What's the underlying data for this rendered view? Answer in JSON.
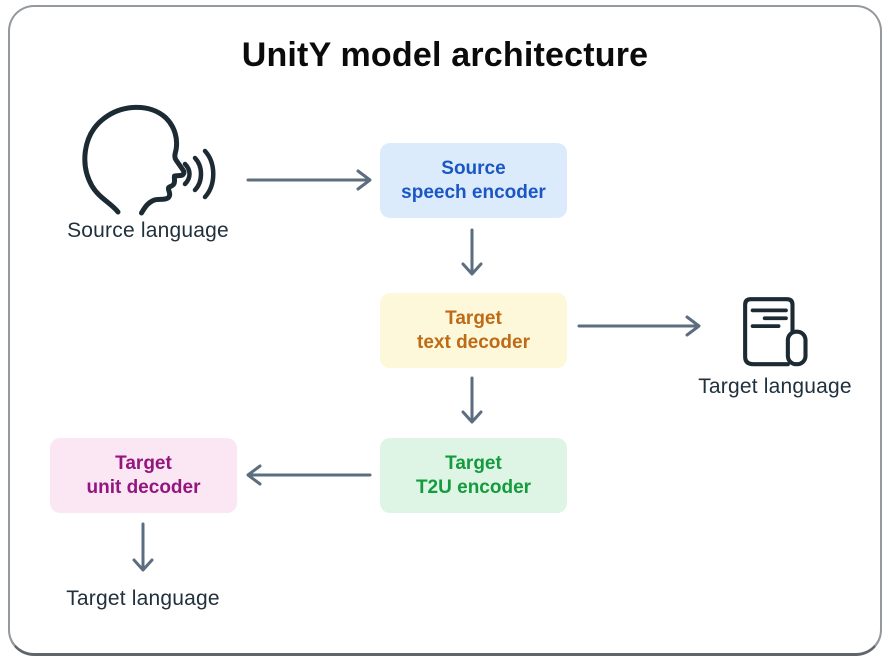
{
  "title": "UnitY model architecture",
  "colors": {
    "arrow": "#5b6d7e",
    "icon_stroke": "#1c2b33",
    "label_text": "#20303c",
    "card_border": "#94999e",
    "title_text": "#0b0b0b"
  },
  "nodes": {
    "speech_encoder": {
      "line1": "Source",
      "line2": "speech encoder",
      "bg": "#dcebfc",
      "fg": "#1b57c4"
    },
    "text_decoder": {
      "line1": "Target",
      "line2": "text decoder",
      "bg": "#fcf8d9",
      "fg": "#bf6a17"
    },
    "t2u_encoder": {
      "line1": "Target",
      "line2": "T2U encoder",
      "bg": "#def5e5",
      "fg": "#149b3d"
    },
    "unit_decoder": {
      "line1": "Target",
      "line2": "unit decoder",
      "bg": "#fbe7f4",
      "fg": "#93167e"
    }
  },
  "labels": {
    "source_language": "Source language",
    "target_language_text_output": "Target language",
    "target_language_speech_output": "Target language"
  },
  "icons": {
    "person_speaking": "person-speaking-icon",
    "document_scroll": "document-scroll-icon"
  }
}
